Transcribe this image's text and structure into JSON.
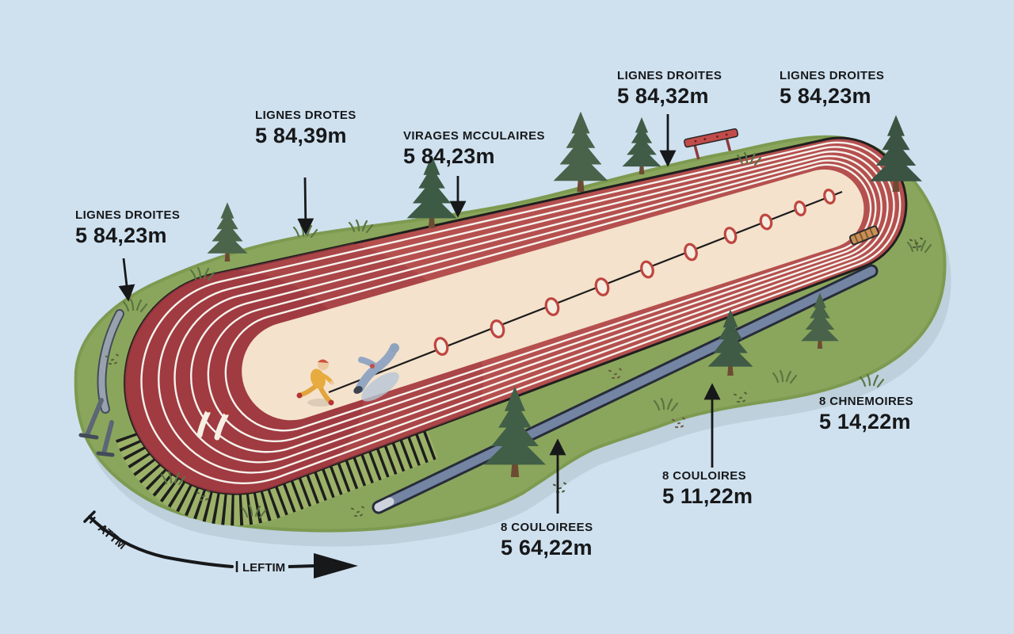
{
  "scene": {
    "colors": {
      "sky": "#cfe1ef",
      "grass": "#8aa65c",
      "grass_shadow": "#bdd0dc",
      "track_red": "#b5504f",
      "track_dark_red": "#a03c43",
      "infield_cream": "#f4e2cc",
      "lane_line": "#f6f3ec",
      "bench_bar": "#6f7f9f",
      "tree_green": "#44604a",
      "label_ink": "#17181a"
    }
  },
  "annotations": {
    "left_straight": {
      "title": "LIGNES DROITES",
      "value": "5 84,23m"
    },
    "top_left_straight": {
      "title": "LIGNES DROTES",
      "value": "5 84,39m"
    },
    "turns": {
      "title": "VIRAGES MCCULAIRES",
      "value": "5 84,23m"
    },
    "top_mid_straight": {
      "title": "LIGNES DROITES",
      "value": "5 84,32m"
    },
    "top_right_straight": {
      "title": "LIGNES DROITES",
      "value": "5 84,23m"
    },
    "lanes_right": {
      "title": "8 CHNEMOIRES",
      "value": "5 14,22m"
    },
    "lanes_middle": {
      "title": "8 COULOIRES",
      "value": "5 11,22m"
    },
    "lanes_bottom": {
      "title": "8 COULOIREES",
      "value": "5 64,22m"
    }
  },
  "direction_arrow": {
    "start_label": "ATTM",
    "end_label": "LEFTIM"
  }
}
